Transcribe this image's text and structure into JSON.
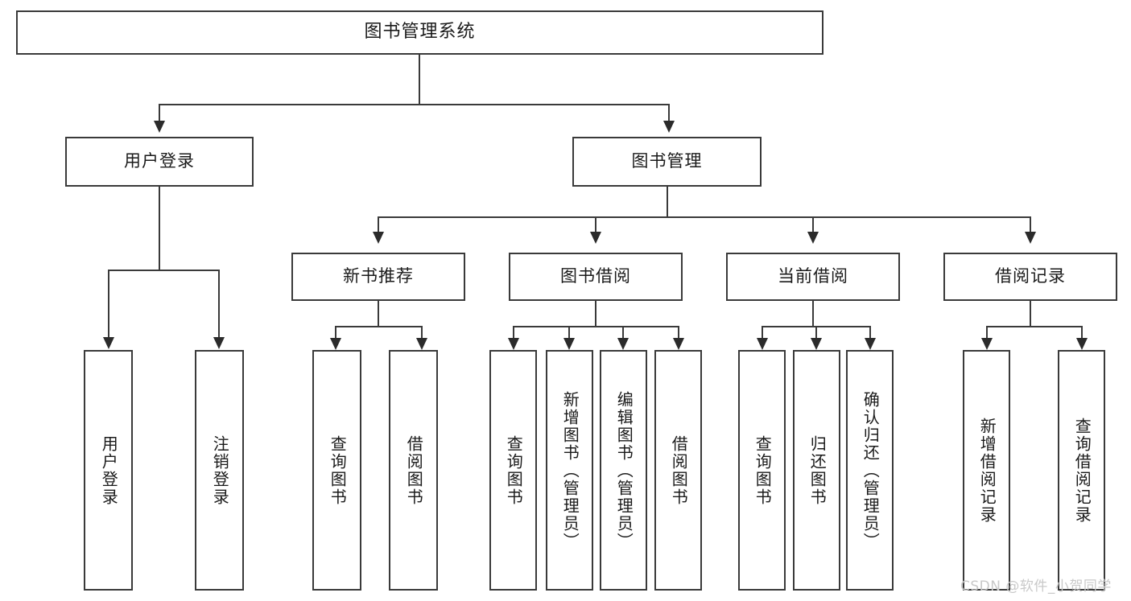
{
  "diagram": {
    "title": "图书管理系统",
    "level2": {
      "user_login": "用户登录",
      "book_manage": "图书管理"
    },
    "level3": {
      "new_book_rec": "新书推荐",
      "book_borrow": "图书借阅",
      "current_borrow": "当前借阅",
      "borrow_record": "借阅记录"
    },
    "leaves": {
      "user_login_1": "用户登录",
      "user_login_2": "注销登录",
      "new_book_rec_1": "查询图书",
      "new_book_rec_2": "借阅图书",
      "book_borrow_1": "查询图书",
      "book_borrow_2": "新增图书（管理员）",
      "book_borrow_3": "编辑图书（管理员）",
      "book_borrow_4": "借阅图书",
      "current_borrow_1": "查询图书",
      "current_borrow_2": "归还图书",
      "current_borrow_3": "确认归还（管理员）",
      "borrow_record_1": "新增借阅记录",
      "borrow_record_2": "查询借阅记录"
    }
  },
  "watermark": {
    "text": "CSDN @软件_小贺同学"
  },
  "colors": {
    "border": "#3a3a3a",
    "text": "#1a1a1a",
    "background": "#ffffff",
    "watermark": "#c9c9c9"
  }
}
